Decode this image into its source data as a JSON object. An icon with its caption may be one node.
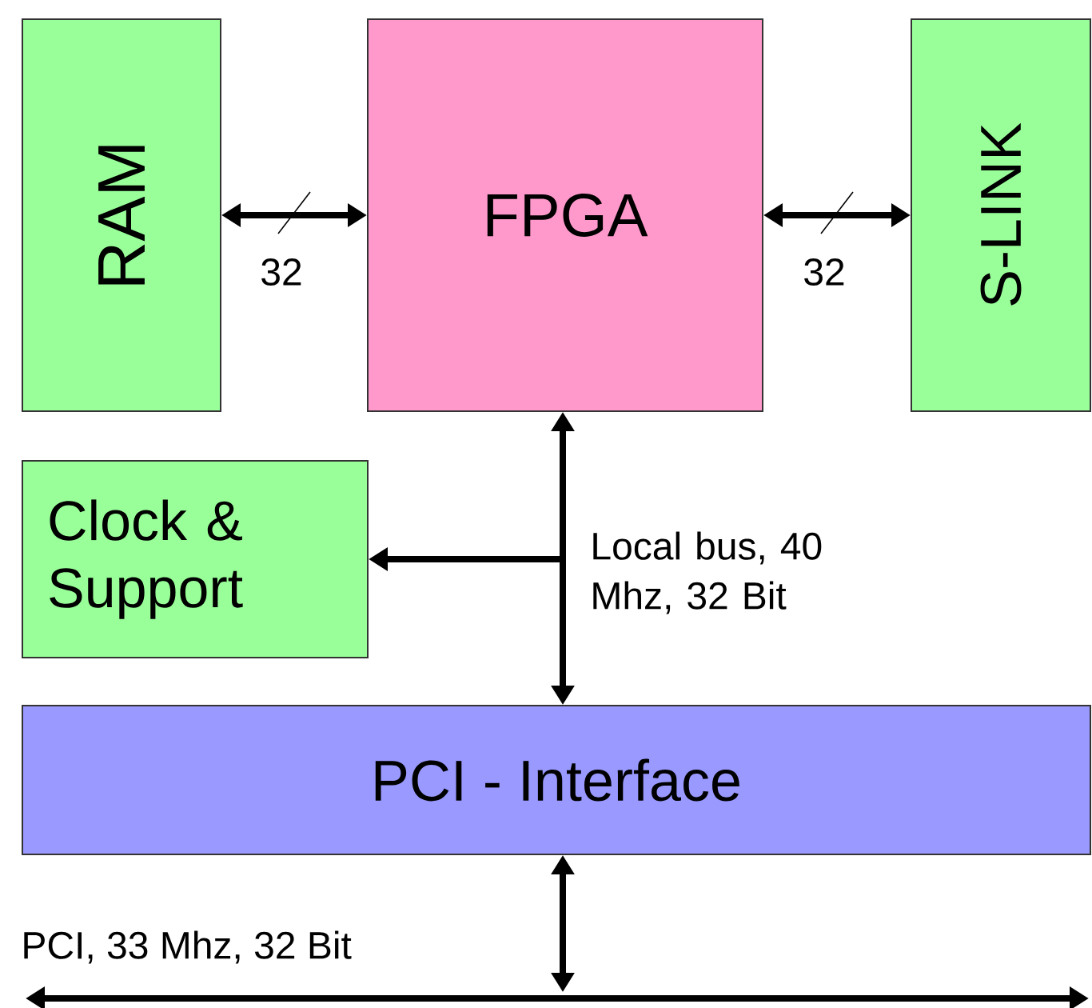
{
  "diagram": {
    "nodes": [
      {
        "text": [
          "RAM"
        ]
      },
      {
        "text": [
          "FPGA"
        ]
      },
      {
        "text": [
          "S-LINK"
        ]
      },
      {
        "text": [
          "Clock & Support"
        ]
      },
      {
        "text": [
          "PCI - Interface"
        ]
      },
      {
        "text": [],
        "shape": "bar",
        "beside": [
          "PCI, 33 Mhz, 32 Bit"
        ]
      }
    ],
    "edges": [
      {
        "from": 0,
        "to": 1,
        "arrow": "both",
        "label": "32"
      },
      {
        "from": 1,
        "to": 2,
        "arrow": "both",
        "label": "32"
      },
      {
        "from": 1,
        "to": 4,
        "arrow": "both",
        "label": "Local bus, 40 Mhz, 32 Bit"
      },
      {
        "from": null,
        "to": 3,
        "arrow": "to"
      },
      {
        "from": 4,
        "to": 5,
        "arrow": "both"
      }
    ]
  }
}
